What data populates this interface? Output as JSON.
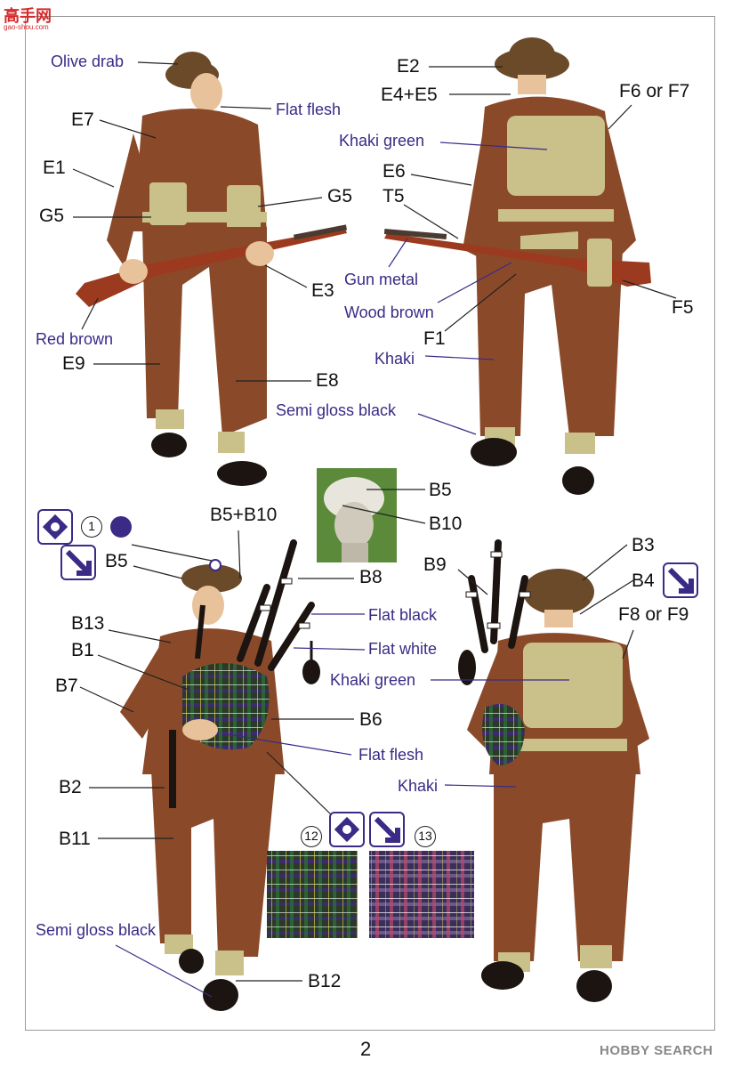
{
  "site_logo": {
    "text": "高手网",
    "sub": "gao-shou.com"
  },
  "page_number": "2",
  "watermark": "HOBBY SEARCH",
  "colors": {
    "label_color_names": "#3b2a86",
    "khaki_uniform": "#8a4a2a",
    "khaki_green_webbing": "#c9c08a",
    "olive_drab_helmet": "#6b4a2a",
    "wood_brown": "#9b3a1e",
    "flat_flesh": "#e8c29a"
  },
  "labels_top_left": {
    "olive_drab": "Olive drab",
    "flat_flesh": "Flat flesh",
    "e7": "E7",
    "e1": "E1",
    "g5_left": "G5",
    "g5_right": "G5",
    "e3": "E3",
    "red_brown": "Red brown",
    "e9": "E9",
    "e8": "E8",
    "semi_gloss_black": "Semi gloss black"
  },
  "labels_top_right": {
    "e2": "E2",
    "e4_e5": "E4+E5",
    "f6_or_f7": "F6 or F7",
    "khaki_green": "Khaki green",
    "e6": "E6",
    "t5": "T5",
    "gun_metal": "Gun metal",
    "wood_brown": "Wood brown",
    "f5": "F5",
    "f1": "F1",
    "khaki": "Khaki"
  },
  "labels_bottom_left": {
    "b5_b10": "B5+B10",
    "b5": "B5",
    "b8": "B8",
    "flat_black": "Flat black",
    "flat_white": "Flat white",
    "b13": "B13",
    "b1": "B1",
    "b7": "B7",
    "b6": "B6",
    "flat_flesh": "Flat flesh",
    "b2": "B2",
    "b11": "B11",
    "semi_gloss_black": "Semi gloss black",
    "b12": "B12"
  },
  "labels_inset": {
    "b5": "B5",
    "b10": "B10"
  },
  "labels_bottom_right": {
    "b3": "B3",
    "b9": "B9",
    "b4": "B4",
    "f8_or_f9": "F8 or F9",
    "khaki_green": "Khaki green",
    "khaki": "Khaki"
  },
  "decal_numbers": {
    "one": "1",
    "twelve": "12",
    "thirteen": "13"
  },
  "icons": [
    "decal-badge-icon",
    "cap-badge-icon",
    "arrow-badge-icon",
    "tartan-swatch-icon"
  ]
}
